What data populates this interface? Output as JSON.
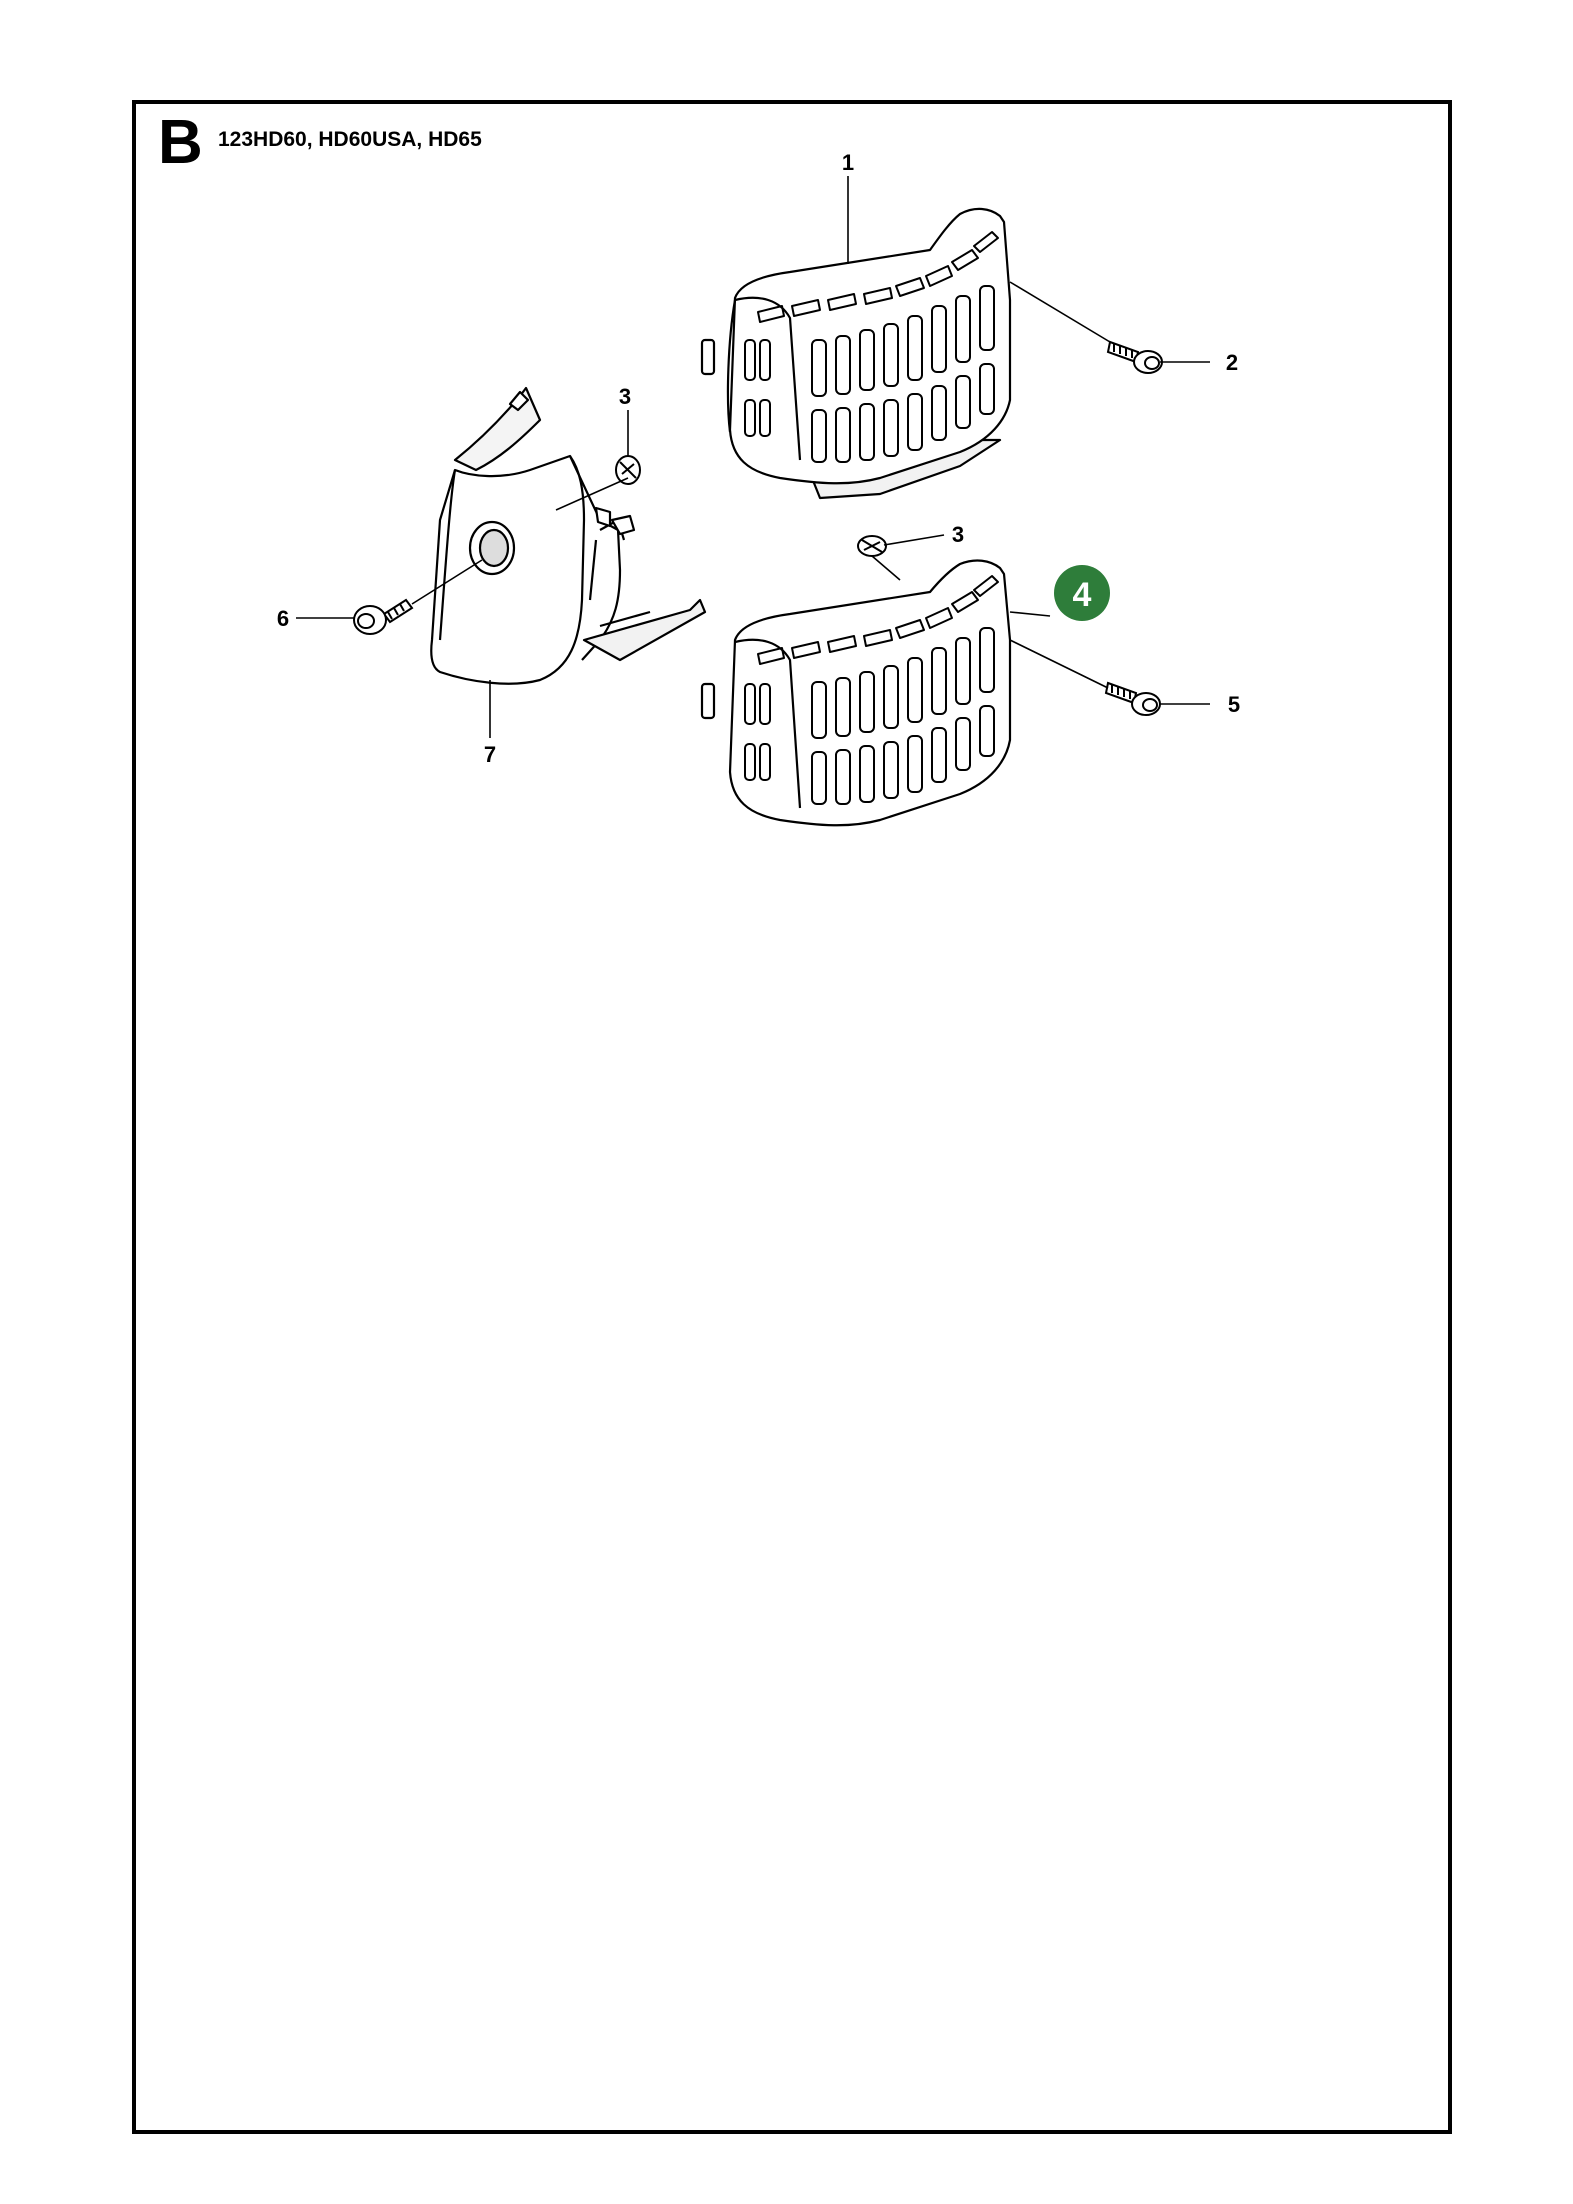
{
  "header": {
    "section_letter": "B",
    "models": "123HD60, HD60USA, HD65"
  },
  "callouts": {
    "c1": "1",
    "c2": "2",
    "c3a": "3",
    "c3b": "3",
    "c5": "5",
    "c6": "6",
    "c7": "7"
  },
  "badge": {
    "label": "4",
    "color": "#2e7d3a"
  }
}
